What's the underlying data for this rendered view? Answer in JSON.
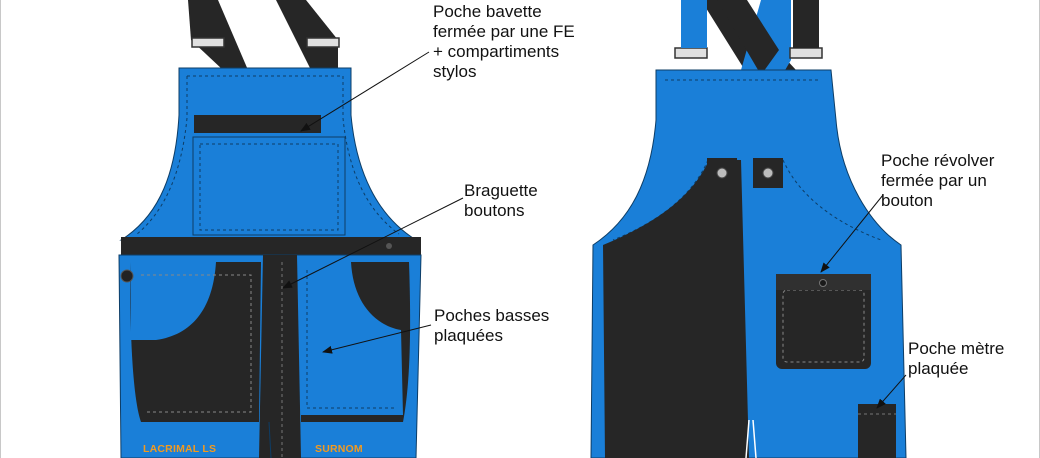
{
  "colors": {
    "blue": "#1a7fd8",
    "dark": "#262626",
    "buckle": "#e0e0e0",
    "brand_text": "#f39a1f"
  },
  "annotations": {
    "bib_pocket": "Poche bavette\nfermée par une FE\n+ compartiments\nstylos",
    "fly": "Braguette\nboutons",
    "lower_pockets": "Poches basses\nplaquées",
    "revolver_pocket": "Poche révolver\nfermée par un\nbouton",
    "rule_pocket": "Poche mètre\nplaquée"
  },
  "branding": {
    "left_leg": "LACRIMAL LS",
    "right_leg": "SURNOM"
  }
}
